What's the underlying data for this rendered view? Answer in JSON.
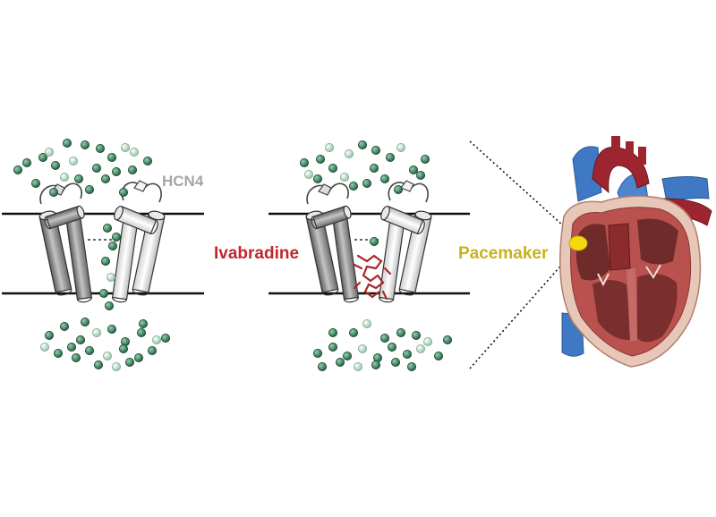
{
  "labels": {
    "hcn4": "HCN4",
    "ivabradine": "Ivabradine",
    "pacemaker": "Pacemaker"
  },
  "colors": {
    "hcn4": "#a6a6a6",
    "ivabradine": "#c0272d",
    "pacemaker": "#c9b21c",
    "ion": "#2e7a55",
    "ion_light": "#a9cdb7",
    "membrane": "#111111",
    "drug": "#a52a2a",
    "pacemaker_node": "#f5d90f"
  },
  "icons": {
    "channel": "hcn4-channel-icon",
    "drug": "ivabradine-molecule-icon",
    "heart": "heart-cross-section-icon"
  }
}
